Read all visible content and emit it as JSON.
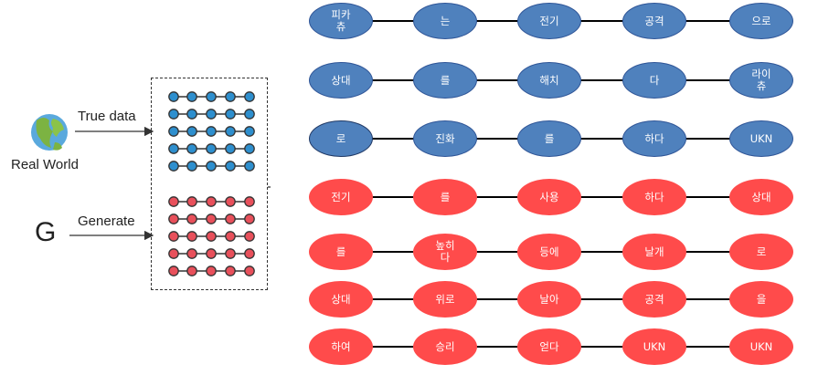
{
  "left": {
    "real_world_label": "Real World",
    "true_data_label": "True data",
    "g_label": "G",
    "generate_label": "Generate",
    "colors": {
      "real": "#2e8fce",
      "fake": "#e8505b"
    }
  },
  "sentences": [
    {
      "kind": "real",
      "words": [
        "피카\n츄",
        "는",
        "전기",
        "공격",
        "으로"
      ]
    },
    {
      "kind": "real",
      "words": [
        "상대",
        "를",
        "해치",
        "다",
        "라이\n츄"
      ]
    },
    {
      "kind": "real",
      "words": [
        "로",
        "진화",
        "를",
        "하다",
        "UKN"
      ]
    },
    {
      "kind": "fake",
      "words": [
        "전기",
        "를",
        "사용",
        "하다",
        "상대"
      ]
    },
    {
      "kind": "fake",
      "words": [
        "를",
        "높히\n다",
        "등에",
        "날개",
        "로"
      ]
    },
    {
      "kind": "fake",
      "words": [
        "상대",
        "위로",
        "날아",
        "공격",
        "을"
      ]
    },
    {
      "kind": "fake",
      "words": [
        "하여",
        "승리",
        "얻다",
        "UKN",
        "UKN"
      ]
    }
  ],
  "colors": {
    "real_node": "#4f81bd",
    "fake_node": "#ff4b4b"
  }
}
